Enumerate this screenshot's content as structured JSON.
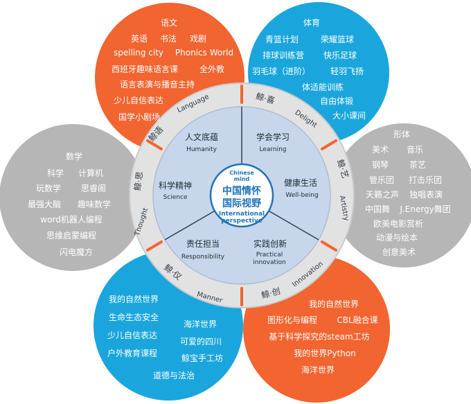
{
  "colors": {
    "orange": "#f26430",
    "blue": "#1aa6dc",
    "gray": "#b6b6b6",
    "ring": "#e2e2e2",
    "core": "#c7d6ea",
    "center": "#ffffff",
    "accent": "#1e73b8"
  },
  "center": {
    "chinese_mind": "Chinese mind",
    "title_line1": "中国情怀",
    "title_line2": "国际视野",
    "international_perspective": "International perspective"
  },
  "core": {
    "humanity": {
      "cn": "人文底蕴",
      "en": "Humanity"
    },
    "learning": {
      "cn": "学会学习",
      "en": "Learning"
    },
    "science": {
      "cn": "科学精神",
      "en": "Science"
    },
    "wellbeing": {
      "cn": "健康生活",
      "en": "Well-being"
    },
    "responsibility": {
      "cn": "责任担当",
      "en": "Responsibility"
    },
    "practical": {
      "cn": "实践创新",
      "en_line1": "Practical",
      "en_line2": "innovation"
    }
  },
  "ring": {
    "language": {
      "cn": "鲸语",
      "en": "Language"
    },
    "delight": {
      "cn": "鲸·喜",
      "en": "Delight"
    },
    "artistry": {
      "cn": "鲸·艺",
      "en": "Artistry"
    },
    "innovation": {
      "cn": "鲸·创",
      "en": "Innovation"
    },
    "manner": {
      "cn": "鲸·仪",
      "en": "Manner"
    },
    "thought": {
      "cn": "鲸·思",
      "en": "Thought"
    }
  },
  "petals": {
    "language": [
      "语文",
      "英语",
      "书法",
      "戏剧",
      "spelling city",
      "Phonics World",
      "西班牙趣味语言课",
      "全外教",
      "语言表演与播音主持",
      "少儿自信表达",
      "国学小剧场"
    ],
    "delight": [
      "体育",
      "青篮计划",
      "荣耀篮球",
      "排球训练营",
      "快乐足球",
      "羽毛球（进阶）",
      "轻羽飞扬",
      "体适能训练",
      "自由体锻",
      "大小课间"
    ],
    "artistry": [
      "形体",
      "美术",
      "音乐",
      "钢琴",
      "茶艺",
      "管乐团",
      "打击乐团",
      "天籁之声",
      "独唱表演",
      "中国舞",
      "J.Energy舞团",
      "欧美电影赏析",
      "动漫与绘本",
      "创意美术"
    ],
    "innovation": [
      "我的自然世界",
      "图形化与编程",
      "CBL融合课",
      "基于科学探究的steam工坊",
      "我的世界Python",
      "海洋世界"
    ],
    "manner": [
      "我的自然世界",
      "生命生态安全",
      "海洋世界",
      "少儿自信表达",
      "可爱的四川",
      "户外教育课程",
      "鲸宝手工坊",
      "道德与法治"
    ],
    "thought": [
      "数学",
      "科学",
      "计算机",
      "玩数学",
      "思睿阁",
      "最强大脑",
      "趣味数学",
      "word机器人编程",
      "思维启蒙编程",
      "闪电魔方"
    ]
  }
}
